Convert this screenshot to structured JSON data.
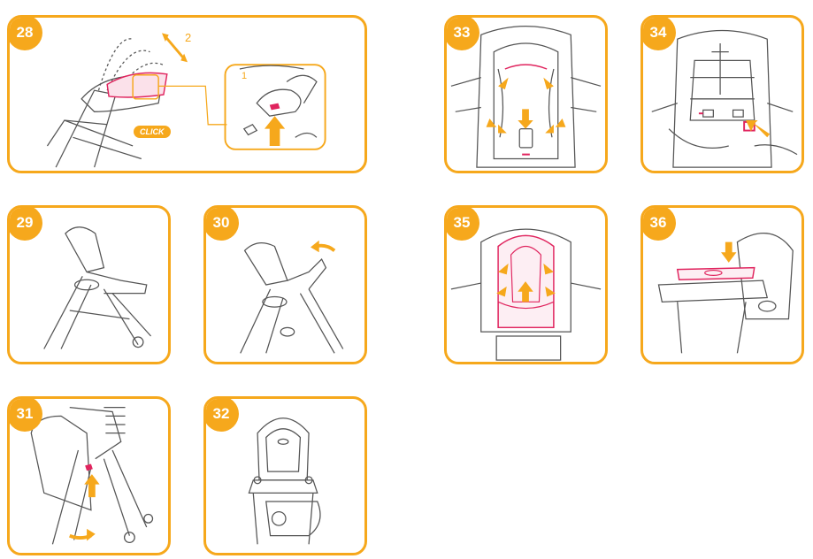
{
  "colors": {
    "accent": "#F6A81C",
    "highlight": "#E0245E",
    "line": "#555555"
  },
  "steps": [
    {
      "number": "28",
      "labels": {
        "two": "2",
        "one": "1",
        "click": "CLICK"
      }
    },
    {
      "number": "29"
    },
    {
      "number": "30"
    },
    {
      "number": "31"
    },
    {
      "number": "32"
    },
    {
      "number": "33"
    },
    {
      "number": "34"
    },
    {
      "number": "35"
    },
    {
      "number": "36"
    }
  ]
}
